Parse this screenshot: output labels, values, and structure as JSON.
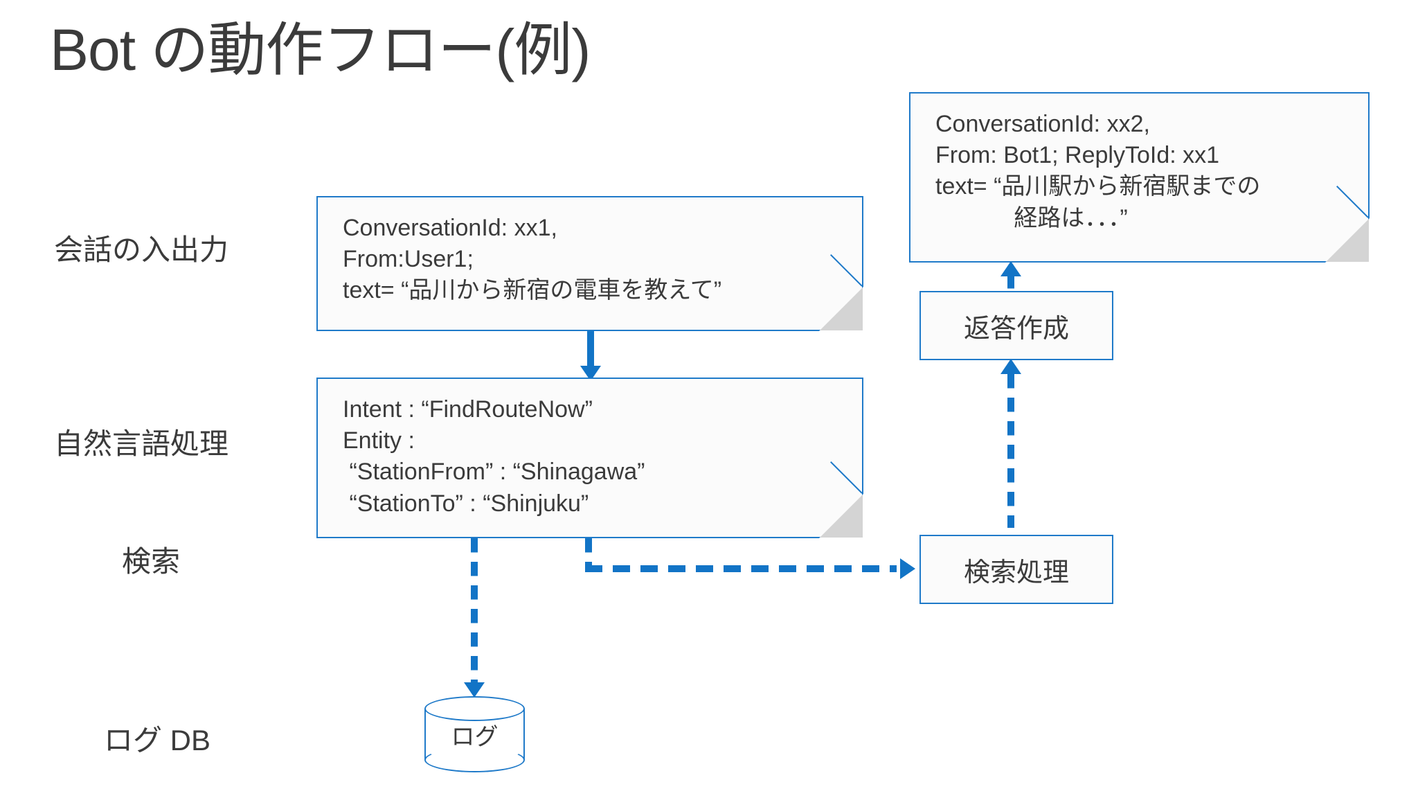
{
  "slide": {
    "title": "Bot の動作フロー(例)",
    "accent_color": "#1274c6",
    "box_border_color": "#1f7ac9",
    "text_color": "#3b3b3b",
    "fold_color": "#d4d4d4",
    "background": "#ffffff"
  },
  "row_labels": [
    {
      "id": "conversation-io",
      "text": "会話の入出力"
    },
    {
      "id": "nlp",
      "text": "自然言語処理"
    },
    {
      "id": "search",
      "text": "検索"
    },
    {
      "id": "log-db",
      "text": "ログ DB"
    }
  ],
  "nodes": {
    "user_message": {
      "name": "user-message-document",
      "type": "document",
      "lines": [
        "ConversationId: xx1,",
        "From:User1;",
        "text= “品川から新宿の電車を教えて”"
      ]
    },
    "nlu_result": {
      "name": "nlu-result-document",
      "type": "document",
      "lines": [
        "Intent : “FindRouteNow”",
        "Entity :",
        " “StationFrom” : “Shinagawa”",
        " “StationTo” : “Shinjuku”"
      ]
    },
    "bot_reply": {
      "name": "bot-reply-document",
      "type": "document",
      "lines": [
        "ConversationId: xx2,",
        "From: Bot1; ReplyToId: xx1",
        "text= “品川駅から新宿駅までの",
        "            経路は．．．”"
      ]
    },
    "reply_compose": {
      "name": "reply-compose-process",
      "type": "process",
      "label": "返答作成"
    },
    "search_process": {
      "name": "search-process",
      "type": "process",
      "label": "検索処理"
    },
    "log_store": {
      "name": "log-datastore",
      "type": "cylinder",
      "label": "ログ"
    }
  },
  "connectors": [
    {
      "id": "user-to-nlu",
      "style": "solid",
      "direction": "down"
    },
    {
      "id": "nlu-to-search",
      "style": "dashed",
      "direction": "right"
    },
    {
      "id": "nlu-to-log",
      "style": "dashed",
      "direction": "down"
    },
    {
      "id": "search-to-compose",
      "style": "dashed",
      "direction": "up"
    },
    {
      "id": "compose-to-reply",
      "style": "dashed",
      "direction": "up"
    }
  ]
}
